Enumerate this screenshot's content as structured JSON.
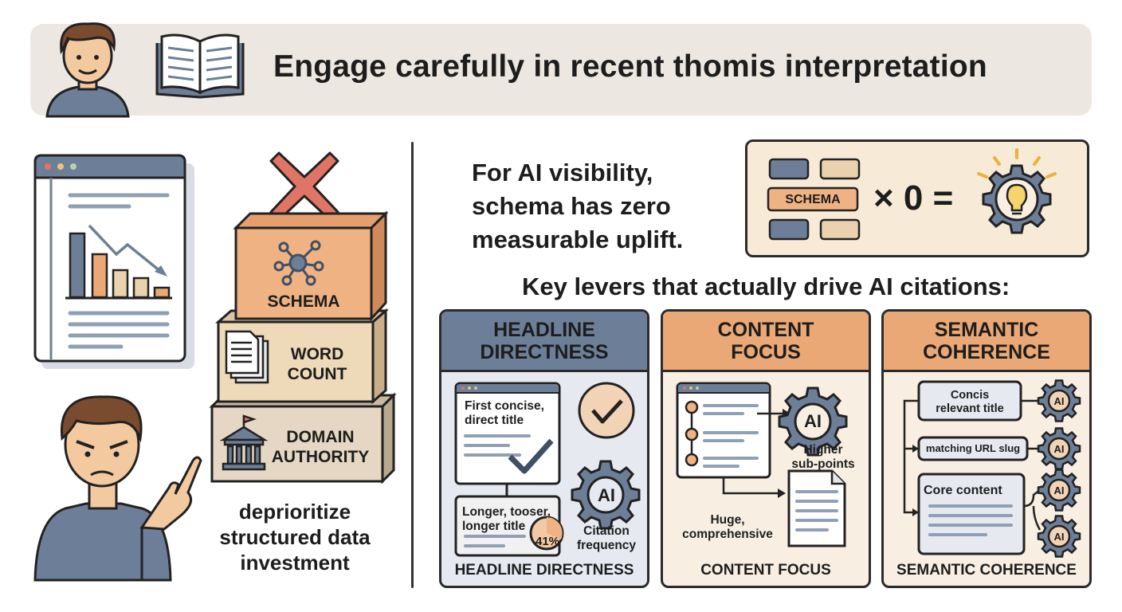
{
  "header": {
    "title": "Engage carefully in recent thomis interpretation",
    "icons": [
      "person-avatar-icon",
      "open-book-icon"
    ]
  },
  "left_panel": {
    "stack": {
      "top_box_label": "SCHEMA",
      "middle_box_label_line1": "WORD",
      "middle_box_label_line2": "COUNT",
      "bottom_box_label_line1": "DOMAIN",
      "bottom_box_label_line2": "AUTHORITY",
      "icons": [
        "red-x-icon",
        "network-icon",
        "documents-icon",
        "institution-icon"
      ]
    },
    "caption_line1": "deprioritize",
    "caption_line2": "structured data",
    "caption_line3": "investment"
  },
  "right_panel": {
    "statement_line1": "For AI visibility,",
    "statement_line2": "schema has zero",
    "statement_line3": "measurable uplift.",
    "formula": {
      "block_label": "SCHEMA",
      "operator_times": "× 0 ="
    },
    "key_heading": "Key levers that actually drive AI citations:",
    "cards": [
      {
        "title_line1": "HEADLINE",
        "title_line2": "DIRECTNESS",
        "first_doc_line1": "First concise,",
        "first_doc_line2": "direct title",
        "second_doc_line1": "Longer, tooser,",
        "second_doc_line2": "longer title",
        "percent_badge": "41%",
        "gear_text": "AI",
        "gear_caption_line1": "Citation",
        "gear_caption_line2": "frequency",
        "footer": "HEADLINE DIRECTNESS"
      },
      {
        "title_line1": "CONTENT",
        "title_line2": "FOCUS",
        "gear_text": "AI",
        "gear_caption_line1": "Higher",
        "gear_caption_line2": "sub-points",
        "doc_caption_line1": "Huge,",
        "doc_caption_line2": "comprehensive",
        "footer": "CONTENT FOCUS"
      },
      {
        "title_line1": "SEMANTIC",
        "title_line2": "COHERENCE",
        "box1_line1": "Concis",
        "box1_line2": "relevant title",
        "box2": "matching URL slug",
        "box3": "Core content",
        "gear_text": "AI",
        "footer": "SEMANTIC COHERENCE"
      }
    ]
  },
  "colors": {
    "slate_blue": "#6d7f98",
    "orange": "#e9a875",
    "cream": "#f8efe2",
    "beige_box": "#e9d2ad",
    "red_x": "#e07465"
  }
}
